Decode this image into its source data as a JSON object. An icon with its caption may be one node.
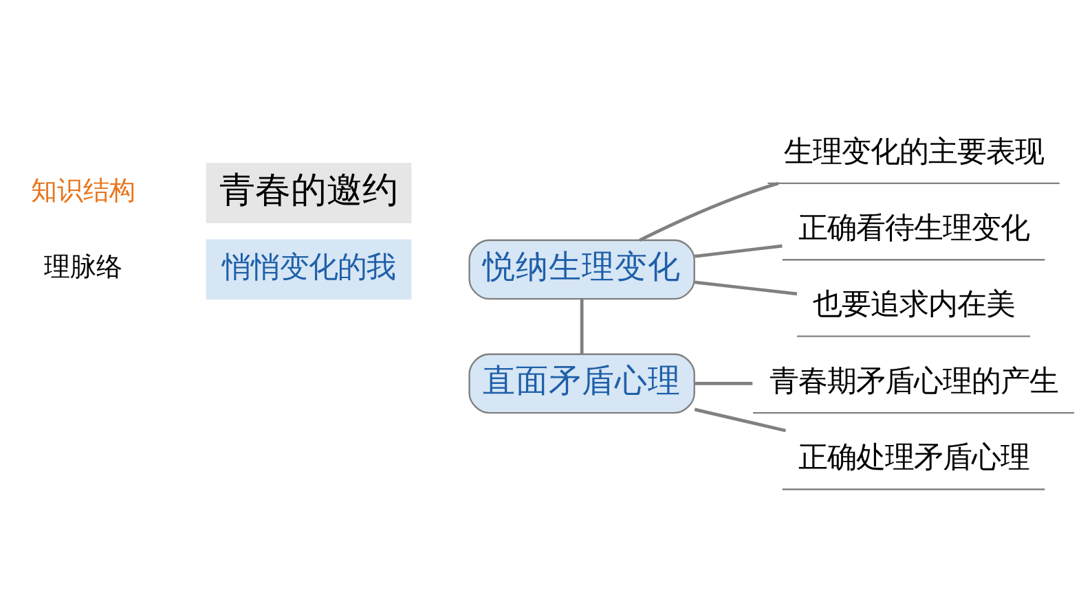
{
  "diagram": {
    "nodes": [
      {
        "text": [
          "青春的邀约"
        ]
      },
      {
        "text": [
          "悄悄变化的我"
        ]
      },
      {
        "text": [
          "悦纳生理变化"
        ]
      },
      {
        "text": [
          "生理变化的主要表现"
        ]
      },
      {
        "text": [
          "正确看待生理变化"
        ]
      },
      {
        "text": [
          "也要追求内在美"
        ]
      },
      {
        "text": [
          "直面矛盾心理"
        ]
      },
      {
        "text": [
          "青春期矛盾心理的产生"
        ]
      },
      {
        "text": [
          "正确处理矛盾心理"
        ]
      }
    ],
    "edges": [
      {
        "from": 2,
        "to": 6,
        "arrow": "none"
      },
      {
        "from": 2,
        "to": 3,
        "arrow": "none"
      },
      {
        "from": 2,
        "to": 4,
        "arrow": "none"
      },
      {
        "from": 2,
        "to": 5,
        "arrow": "none"
      },
      {
        "from": 6,
        "to": 7,
        "arrow": "none"
      },
      {
        "from": 6,
        "to": 8,
        "arrow": "none"
      }
    ],
    "labels": [
      "知识结构",
      "理脉络"
    ]
  }
}
